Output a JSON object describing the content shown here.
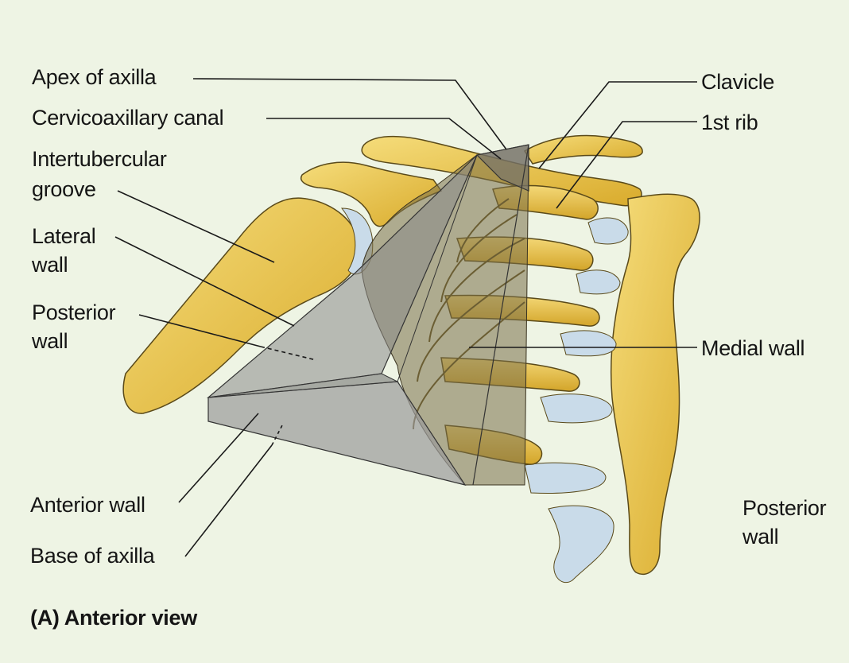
{
  "figure": {
    "caption": "(A) Anterior view",
    "colors": {
      "background": "#eef4e4",
      "bone": "#e9c23f",
      "bone_light": "#f3d974",
      "bone_outline": "#5a4a1a",
      "cartilage": "#c9dbe9",
      "axilla_walls": "#8a8a8a",
      "posterior_wall_shade": "#7a7048"
    }
  },
  "labels": {
    "apex_of_axilla": "Apex of axilla",
    "cervicoaxillary_canal": "Cervicoaxillary canal",
    "intertubercular_groove_line1": "Intertubercular",
    "intertubercular_groove_line2": "groove",
    "lateral_wall_line1": "Lateral",
    "lateral_wall_line2": "wall",
    "posterior_wall_left_line1": "Posterior",
    "posterior_wall_left_line2": "wall",
    "anterior_wall": "Anterior wall",
    "base_of_axilla": "Base of axilla",
    "clavicle": "Clavicle",
    "first_rib": "1st rib",
    "medial_wall": "Medial wall",
    "posterior_wall_right_line1": "Posterior",
    "posterior_wall_right_line2": "wall"
  }
}
